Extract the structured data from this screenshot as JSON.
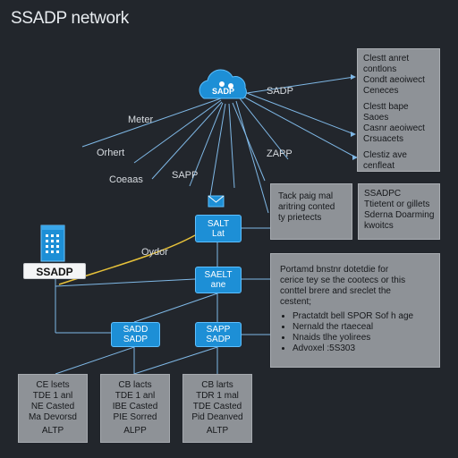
{
  "title": "SSADP network",
  "cloud": {
    "label": "SADP",
    "side_label": "SADP"
  },
  "left_labels": [
    "Meter",
    "Orhert",
    "Coeaas",
    "SAPP"
  ],
  "mid_labels": {
    "sapp": "SAPP",
    "oydor": "Oydor",
    "zapp": "ZAPP"
  },
  "server": {
    "label": "SSADP"
  },
  "nodes": {
    "top": {
      "line1": "SALT",
      "line2": "Lat"
    },
    "middle": {
      "line1": "SAELT",
      "line2": "ane"
    },
    "bottom_left": {
      "line1": "SADD",
      "line2": "SADP"
    },
    "bottom_right": {
      "line1": "SAPP",
      "line2": "SADP"
    }
  },
  "right_panel_top": {
    "rows": [
      "Clestt anret",
      "contlons",
      "Condt aeoiwect",
      "Ceneces",
      "",
      "Clestt bape",
      "Saoes",
      "Casnr aeoiwect",
      "Crsuacets",
      "",
      "Clestiz ave",
      "cenfleat"
    ]
  },
  "panel_mid_left": {
    "rows": [
      "Tack paig mal",
      "aritring conted",
      "ty prietects"
    ]
  },
  "panel_mid_right": {
    "rows": [
      "SSADPC",
      "Ttietent or gillets",
      "Sderna Doarming",
      "kwoitcs"
    ]
  },
  "notes": {
    "paragraph": [
      "Portamd bnstnr dotetdie for",
      "cerice tey se the cootecs or this",
      "conttel brere and sreclet the",
      "cestent;"
    ],
    "bullets": [
      "Practatdt bell SPOR Sof h age",
      "Nernald the rtaeceal",
      "Nnaids tlhe yolirees",
      "Advoxel :5S303"
    ]
  },
  "bottom_cards": [
    {
      "lines": [
        "CE lsets",
        "TDE 1 anl",
        "NE Casted",
        "Ma Devorsd"
      ],
      "footer": "ALTP"
    },
    {
      "lines": [
        "CB lacts",
        "TDE 1 anl",
        "IBE Casted",
        "PIE Sorred"
      ],
      "footer": "ALPP"
    },
    {
      "lines": [
        "CB larts",
        "TDR 1 mal",
        "TDE Casted",
        "Pid Deanved"
      ],
      "footer": "ALTP"
    }
  ],
  "colors": {
    "background": "#22262c",
    "node": "#1d8fd6",
    "panel": "#8e9297",
    "link": "#7fb8e6",
    "highlight": "#e7c23a"
  }
}
